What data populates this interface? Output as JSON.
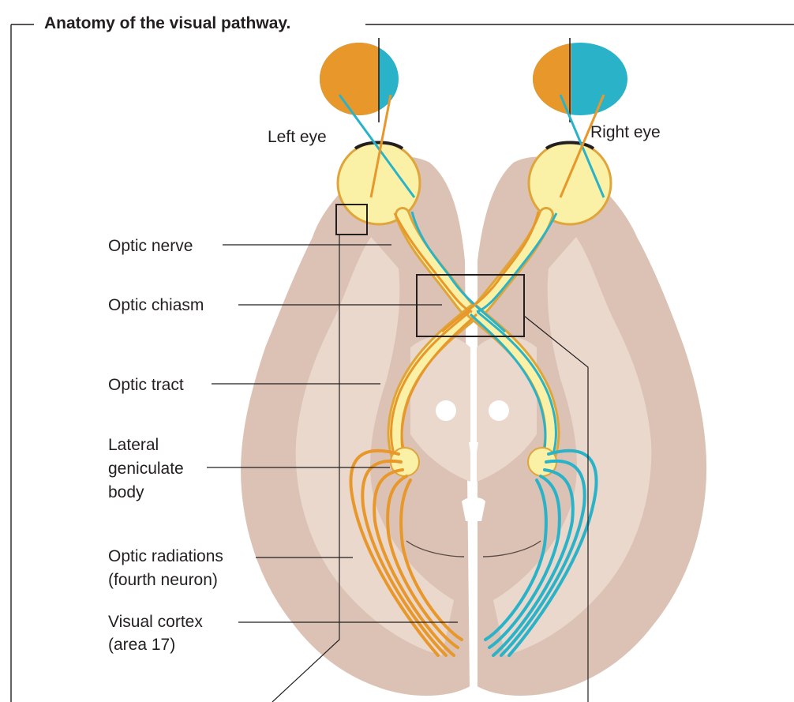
{
  "figure": {
    "title": "Anatomy of the visual pathway.",
    "eye_labels": {
      "left": "Left eye",
      "right": "Right eye"
    },
    "labels": [
      {
        "id": "optic-nerve",
        "lines": [
          "Optic nerve"
        ]
      },
      {
        "id": "optic-chiasm",
        "lines": [
          "Optic chiasm"
        ]
      },
      {
        "id": "optic-tract",
        "lines": [
          "Optic tract"
        ]
      },
      {
        "id": "lateral-geniculate-body",
        "lines": [
          "Lateral",
          "geniculate",
          "body"
        ]
      },
      {
        "id": "optic-radiations",
        "lines": [
          "Optic radiations",
          "(fourth neuron)"
        ]
      },
      {
        "id": "visual-cortex",
        "lines": [
          "Visual cortex",
          "(area 17)"
        ]
      }
    ]
  },
  "colors": {
    "brain": "#dcc2b4",
    "white_matter": "#ead8cd",
    "brain_outline": "#ffffff",
    "nerve_yellow": "#faf0a6",
    "nerve_outline": "#e0a53a",
    "orange": "#e8982a",
    "cyan": "#2ab3c8",
    "text": "#231f20"
  }
}
